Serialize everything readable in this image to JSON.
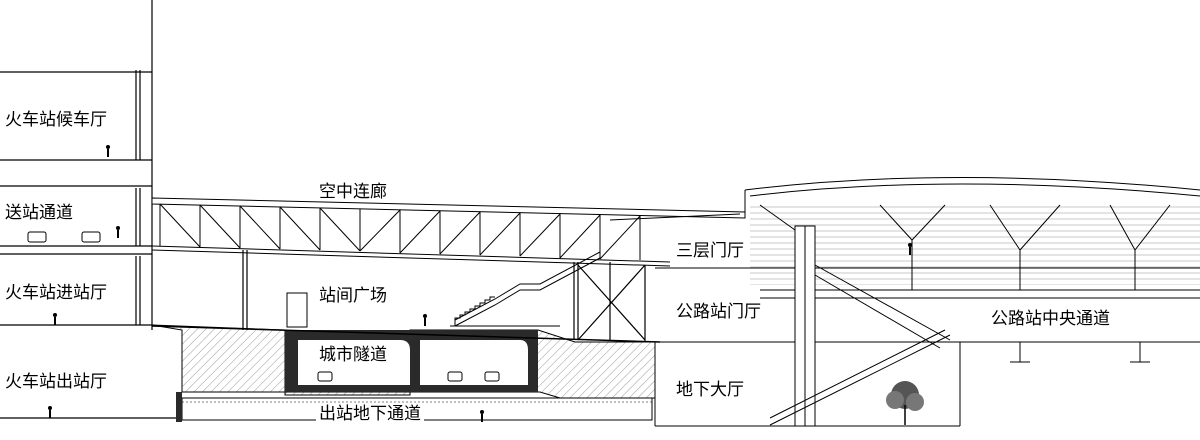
{
  "labels": {
    "train_waiting_hall": "火车站候车厅",
    "departure_passage": "送站通道",
    "train_entry_hall": "火车站进站厅",
    "train_exit_hall": "火车站出站厅",
    "sky_corridor": "空中连廊",
    "station_plaza": "站间广场",
    "city_tunnel": "城市隧道",
    "exit_underpass": "出站地下通道",
    "third_floor_hall": "三层门厅",
    "bus_station_hall": "公路站门厅",
    "underground_hall": "地下大厅",
    "bus_central_passage": "公路站中央通道"
  },
  "colors": {
    "line": "#000000",
    "hatch": "#9a9a9a",
    "tunnel_fill": "#2a2a2a",
    "background": "#ffffff"
  }
}
